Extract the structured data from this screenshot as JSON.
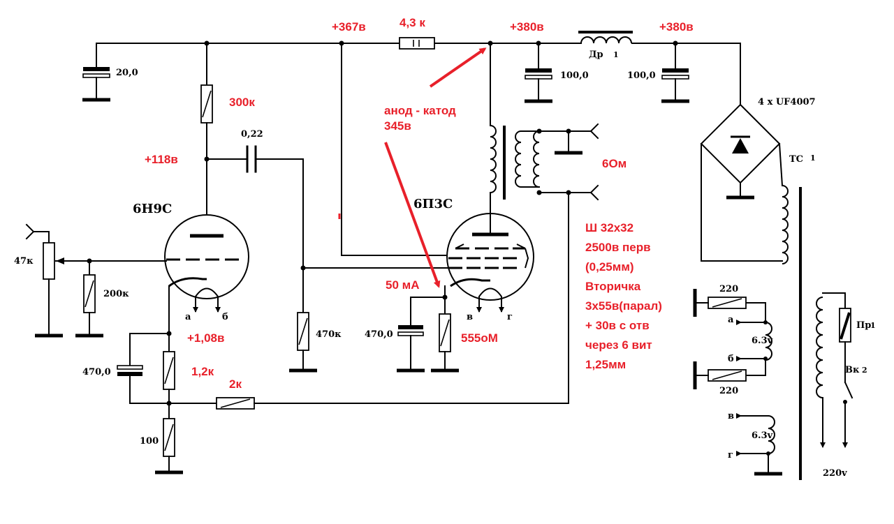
{
  "colors": {
    "wire": "#000000",
    "annotation": "#e8202a",
    "background": "#ffffff"
  },
  "tubes": {
    "driver": "6Н9С",
    "output": "6П3С"
  },
  "components": {
    "c_20": "20,0",
    "r_300k": "300к",
    "c_022": "0,22",
    "r_43k": "4,3 к",
    "choke": "Др",
    "choke_index": "1",
    "c_100_a": "100,0",
    "c_100_b": "100,0",
    "diodes": "4 x UF4007",
    "transformer": "ТС",
    "transformer_index": "1",
    "pot_47k": "47к",
    "r_200k": "200к",
    "r_470k": "470к",
    "c_470_out": "470,0",
    "c_470_in": "470,0",
    "r_100": "100",
    "r_220_a": "220",
    "r_220_b": "220",
    "heater_1": "6.3v",
    "heater_2": "6.3v",
    "fuse": "Пр",
    "fuse_index": "1",
    "switch": "Вк",
    "switch_index": "2",
    "mains": "220v",
    "pin_a": "а",
    "pin_b": "б",
    "pin_v": "в",
    "pin_g": "г"
  },
  "annotations": {
    "v367": "+367в",
    "v380_a": "+380в",
    "v380_b": "+380в",
    "v118": "+118в",
    "v108": "+1,08в",
    "r12k": "1,2к",
    "r2k": "2к",
    "r555": "555оМ",
    "ma50": "50 мА",
    "ohm6": "6Ом",
    "anode_line1": "анод - катод",
    "anode_line2": "345в",
    "tr_lines": [
      "Ш 32х32",
      "2500в перв",
      "(0,25мм)",
      "Вторичка",
      "3х55в(парал)",
      "+ 30в с отв",
      "через 6 вит",
      "1,25мм"
    ]
  }
}
